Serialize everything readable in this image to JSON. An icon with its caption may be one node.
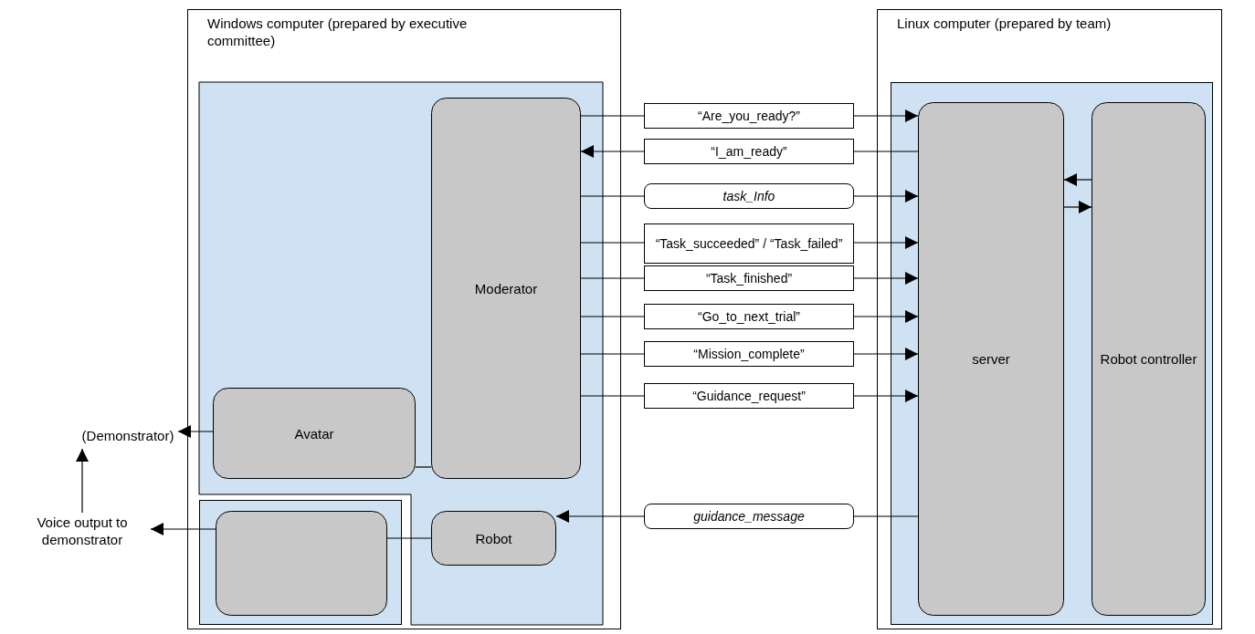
{
  "diagram": {
    "nodes": [
      {
        "text": [
          "Windows computer (prepared by executive committee)"
        ]
      },
      {
        "text": [],
        "shape": "box",
        "in": 0
      },
      {
        "text": [
          "Moderator"
        ],
        "in": 1
      },
      {
        "text": [
          "Avatar"
        ],
        "in": 1
      },
      {
        "text": [],
        "shape": "box",
        "in": 0
      },
      {
        "text": [],
        "shape": "box",
        "in": 4
      },
      {
        "text": [
          "Robot"
        ],
        "in": 1
      },
      {
        "text": [
          "Linux computer (prepared by team)"
        ]
      },
      {
        "text": [],
        "shape": "box",
        "in": 7
      },
      {
        "text": [
          "server"
        ],
        "in": 8
      },
      {
        "text": [
          "Robot controller"
        ],
        "in": 8
      },
      {
        "text": [
          "(Demonstrator)"
        ]
      },
      {
        "text": [
          "Voice output to demonstrator"
        ]
      }
    ],
    "edges": [
      {
        "from": 2,
        "to": 9,
        "arrow": "to",
        "label": "“Are_you_ready?”"
      },
      {
        "from": 9,
        "to": 2,
        "arrow": "to",
        "label": "“I_am_ready”"
      },
      {
        "from": 2,
        "to": 9,
        "arrow": "to",
        "label": "task_Info"
      },
      {
        "from": 2,
        "to": 9,
        "arrow": "to",
        "label": "“Task_succeeded” / “Task_failed”"
      },
      {
        "from": 2,
        "to": 9,
        "arrow": "to",
        "label": "“Task_finished”"
      },
      {
        "from": 2,
        "to": 9,
        "arrow": "to",
        "label": "“Go_to_next_trial”"
      },
      {
        "from": 2,
        "to": 9,
        "arrow": "to",
        "label": "“Mission_complete”"
      },
      {
        "from": 2,
        "to": 9,
        "arrow": "to",
        "label": "“Guidance_request”"
      },
      {
        "from": 9,
        "to": 6,
        "arrow": "to",
        "label": "guidance_message"
      },
      {
        "from": 10,
        "to": 9,
        "arrow": "to"
      },
      {
        "from": 9,
        "to": 10,
        "arrow": "to"
      },
      {
        "from": 2,
        "to": 3,
        "arrow": "none"
      },
      {
        "from": 3,
        "to": 11,
        "arrow": "to"
      },
      {
        "from": 6,
        "to": 5,
        "arrow": "none"
      },
      {
        "from": 5,
        "to": 12,
        "arrow": "to"
      },
      {
        "from": 12,
        "to": 11,
        "arrow": "to"
      }
    ]
  }
}
